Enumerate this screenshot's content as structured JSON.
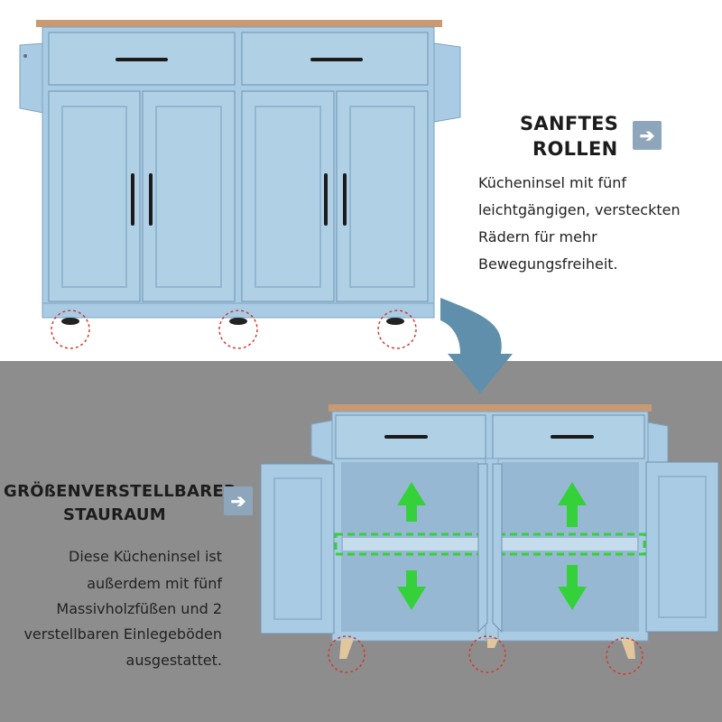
{
  "section_top": {
    "heading_line1": "SANFTES",
    "heading_line2": "ROLLEN",
    "body_lines": [
      "Kücheninsel mit fünf",
      "leichtgängigen, versteckten",
      "Rädern für mehr",
      "Bewegungsfreiheit."
    ]
  },
  "section_bottom": {
    "heading_line1": "GRÖßENVERSTELLBARER",
    "heading_line2": "STAURAUM",
    "body_lines": [
      "Diese Kücheninsel ist",
      "außerdem mit fünf",
      "Massivholzfüßen und 2",
      "verstellbaren Einlegeböden",
      "ausgestattet."
    ]
  },
  "icons": {
    "right_arrow": "right-arrow-icon",
    "transition_arrow": "curved-down-arrow-icon",
    "up_arrow": "green-up-arrow-icon",
    "down_arrow": "green-down-arrow-icon"
  },
  "colors": {
    "cabinet_blue": "#a9cbe3",
    "cabinet_shadow": "#8fb3cf",
    "wood_top": "#c99a72",
    "bottom_bg": "#8d8d8d",
    "arrow_blue": "#5f8fab",
    "highlight_green": "#35d13a",
    "wheel_circle": "#d33a2f"
  }
}
